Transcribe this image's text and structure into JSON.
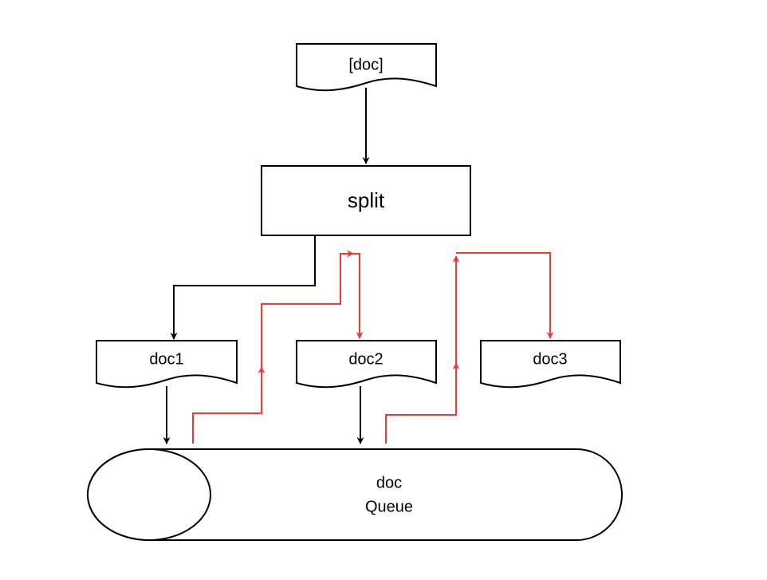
{
  "nodes": {
    "input_doc": "[doc]",
    "split": "split",
    "doc1": "doc1",
    "doc2": "doc2",
    "doc3": "doc3",
    "queue_line1": "doc",
    "queue_line2": "Queue"
  },
  "colors": {
    "flow": "#000000",
    "feedback": "#ff3333"
  }
}
